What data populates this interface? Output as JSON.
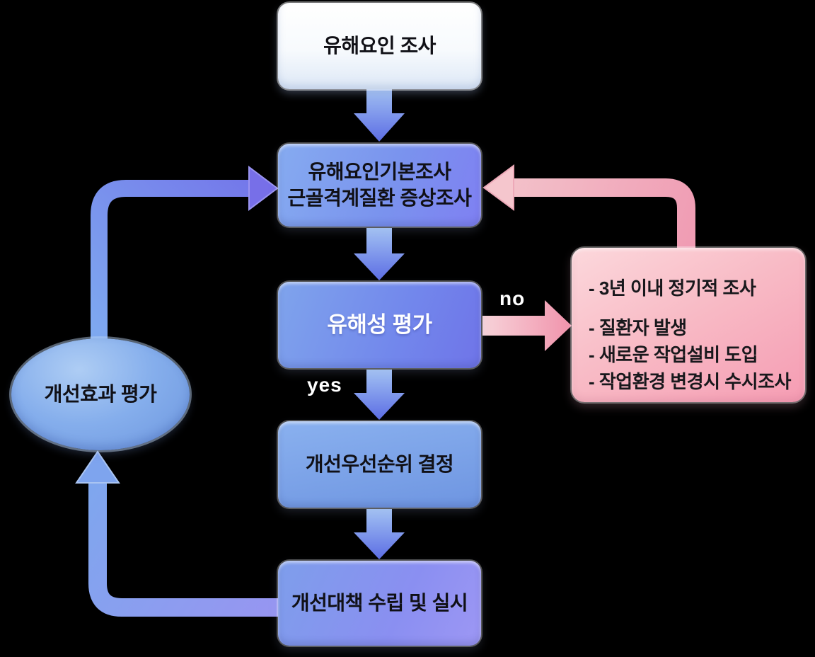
{
  "diagram": {
    "title": "musculoskeletal-hazard-survey-flowchart",
    "background_color": "#000000",
    "nodes": {
      "start": {
        "label": "유해요인 조사"
      },
      "basic_survey": {
        "line1": "유해요인기본조사",
        "line2": "근골격계질환 증상조사"
      },
      "hazard_eval": {
        "label": "유해성 평가"
      },
      "priority": {
        "label": "개선우선순위 결정"
      },
      "action": {
        "label": "개선대책 수립 및 실시"
      },
      "effect_eval": {
        "label": "개선효과 평가"
      },
      "no_box": {
        "line1": "- 3년 이내 정기적 조사",
        "items": [
          "- 질환자 발생",
          "- 새로운 작업설비 도입",
          "- 작업환경 변경시 수시조사"
        ]
      }
    },
    "edge_labels": {
      "yes": "yes",
      "no": "no"
    },
    "colors": {
      "blue_box": "#7a93ee",
      "blue_box_light": "#86abf0",
      "purple_box": "#8a8ff1",
      "white_box": "#ffffff",
      "ellipse_blue": "#85aeec",
      "pink_box_top": "#fcd8dc",
      "pink_box_bottom": "#f59cb3",
      "arrow_blue_top": "#9cbdf2",
      "arrow_blue_bottom": "#5c6de4",
      "arrow_pink": "#f193ac",
      "loop_purple": "#9492f0",
      "loop_blue": "#7ea9f0"
    }
  }
}
